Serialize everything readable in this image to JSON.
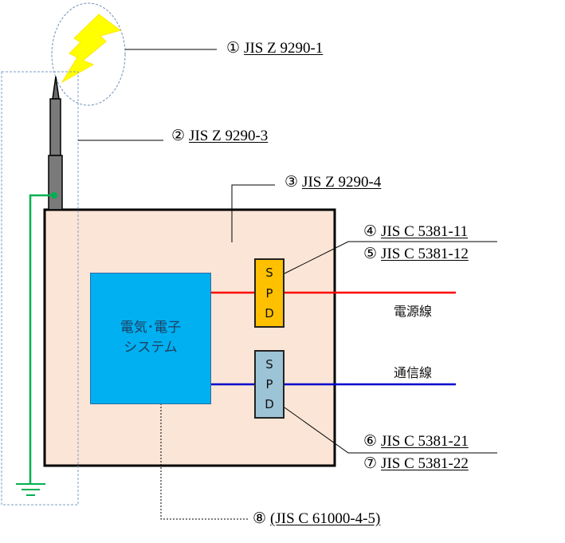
{
  "labels": {
    "l1": {
      "num": "①",
      "code": "JIS Z 9290-1"
    },
    "l2": {
      "num": "②",
      "code": "JIS Z 9290-3"
    },
    "l3": {
      "num": "③",
      "code": "JIS Z 9290-4"
    },
    "l4": {
      "num": "④",
      "code": "JIS C 5381-11"
    },
    "l5": {
      "num": "⑤",
      "code": "JIS C 5381-12"
    },
    "l6": {
      "num": "⑥",
      "code": "JIS C 5381-21"
    },
    "l7": {
      "num": "⑦",
      "code": "JIS C 5381-22"
    },
    "l8": {
      "num": "⑧",
      "code": "(JIS C 61000-4-5)"
    }
  },
  "system": {
    "line1": "電気･電子",
    "line2": "システム"
  },
  "spd_power": {
    "l1": "S",
    "l2": "P",
    "l3": "D"
  },
  "spd_comm": {
    "l1": "S",
    "l2": "P",
    "l3": "D"
  },
  "power_line_label": "電源線",
  "comm_line_label": "通信線",
  "colors": {
    "building_fill": "#fbe5d6",
    "power_line": "#ff0000",
    "comm_line": "#0000cc",
    "ground_wire": "#00b050",
    "lightning": "#ffff00",
    "system_box": "#00b0f0",
    "spd_power": "#ffc000",
    "spd_comm": "#9dc3d6"
  }
}
